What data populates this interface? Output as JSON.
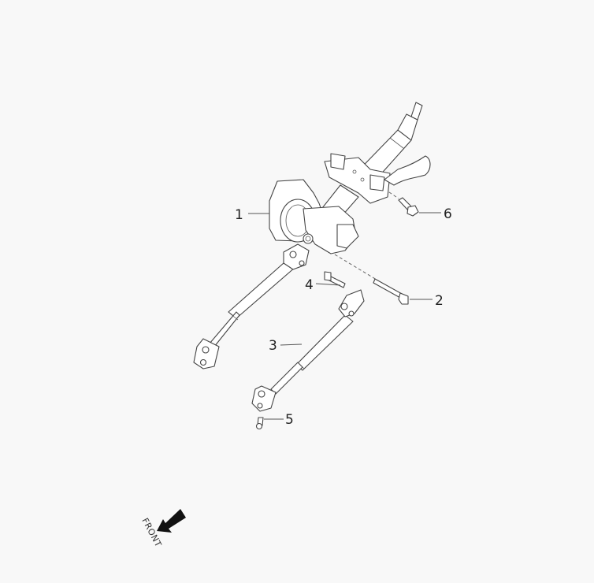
{
  "diagram": {
    "callouts": [
      {
        "number": "1"
      },
      {
        "number": "2"
      },
      {
        "number": "3"
      },
      {
        "number": "4"
      },
      {
        "number": "5"
      },
      {
        "number": "6"
      }
    ],
    "orientation": {
      "label": "FRONT",
      "icon": "arrow-down-left-icon"
    }
  }
}
